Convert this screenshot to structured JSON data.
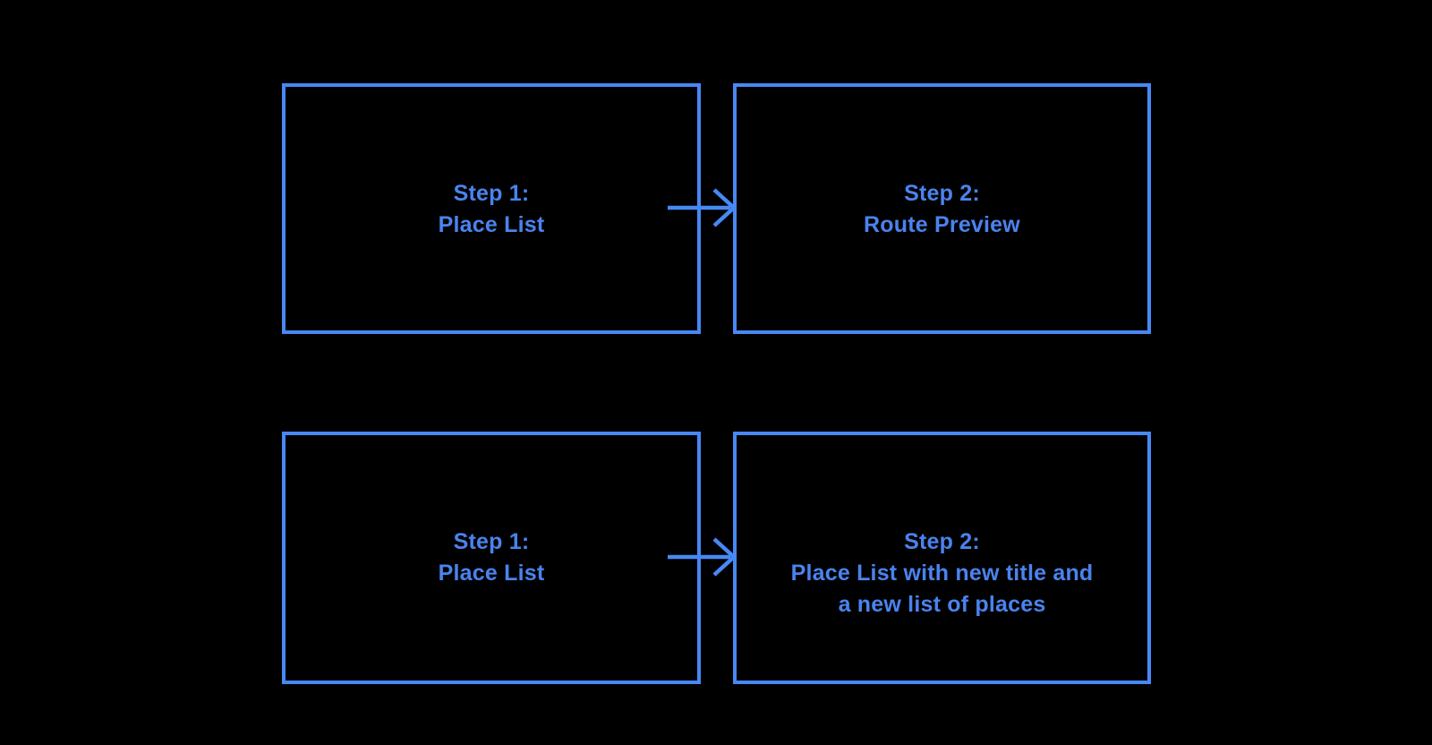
{
  "colors": {
    "background": "#000000",
    "box_border": "#4788F4",
    "text": "#4A83EE",
    "arrow": "#4788F4"
  },
  "diagram": {
    "rows": [
      {
        "source": {
          "lines": [
            "Step 1:",
            "Place List"
          ]
        },
        "target": {
          "lines": [
            "Step 2:",
            "Route Preview"
          ]
        }
      },
      {
        "source": {
          "lines": [
            "Step 1:",
            "Place List"
          ]
        },
        "target": {
          "lines": [
            "Step 2:",
            "Place List with new title and",
            "a new list of places"
          ]
        }
      }
    ]
  }
}
